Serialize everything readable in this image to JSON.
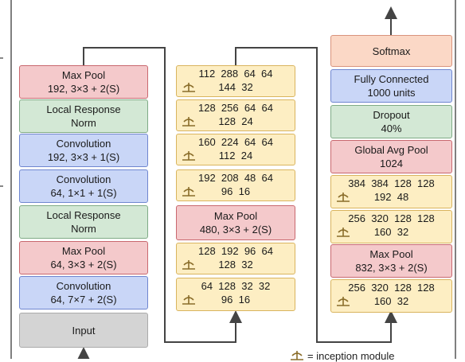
{
  "column1": {
    "blocks": [
      {
        "line1": "Max Pool",
        "line2": "192, 3×3 + 2(S)"
      },
      {
        "line1": "Local Response",
        "line2": "Norm"
      },
      {
        "line1": "Convolution",
        "line2": "192, 3×3 + 1(S)"
      },
      {
        "line1": "Convolution",
        "line2": "64, 1×1 + 1(S)"
      },
      {
        "line1": "Local Response",
        "line2": "Norm"
      },
      {
        "line1": "Max Pool",
        "line2": "64, 3×3 + 2(S)"
      },
      {
        "line1": "Convolution",
        "line2": "64, 7×7 + 2(S)"
      },
      {
        "line1": "Input",
        "line2": ""
      }
    ]
  },
  "column2": {
    "blocks": [
      {
        "line1": "112  288  64  64",
        "line2": "144  32"
      },
      {
        "line1": "128  256  64  64",
        "line2": "128  24"
      },
      {
        "line1": "160  224  64  64",
        "line2": "112  24"
      },
      {
        "line1": "192  208  48  64",
        "line2": "96  16"
      },
      {
        "line1": "Max Pool",
        "line2": "480, 3×3 + 2(S)"
      },
      {
        "line1": "128  192  96  64",
        "line2": "128  32"
      },
      {
        "line1": "64  128  32  32",
        "line2": "96  16"
      }
    ]
  },
  "column3": {
    "blocks": [
      {
        "line1": "Softmax",
        "line2": ""
      },
      {
        "line1": "Fully Connected",
        "line2": "1000 units"
      },
      {
        "line1": "Dropout",
        "line2": "40%"
      },
      {
        "line1": "Global Avg Pool",
        "line2": "1024"
      },
      {
        "line1": "384  384  128  128",
        "line2": "192  48"
      },
      {
        "line1": "256  320  128  128",
        "line2": "160  32"
      },
      {
        "line1": "Max Pool",
        "line2": "832, 3×3 + 2(S)"
      },
      {
        "line1": "256  320  128  128",
        "line2": "160  32"
      }
    ]
  },
  "legend": {
    "icon": "inception-module-icon",
    "text": "= inception module"
  },
  "colors": {
    "pool": "#f4c9cb",
    "norm": "#d3e8d5",
    "conv": "#c9d6f7",
    "input": "#d4d4d4",
    "softmax": "#fbd8c6",
    "inception": "#fdeec3",
    "line": "#444444"
  }
}
